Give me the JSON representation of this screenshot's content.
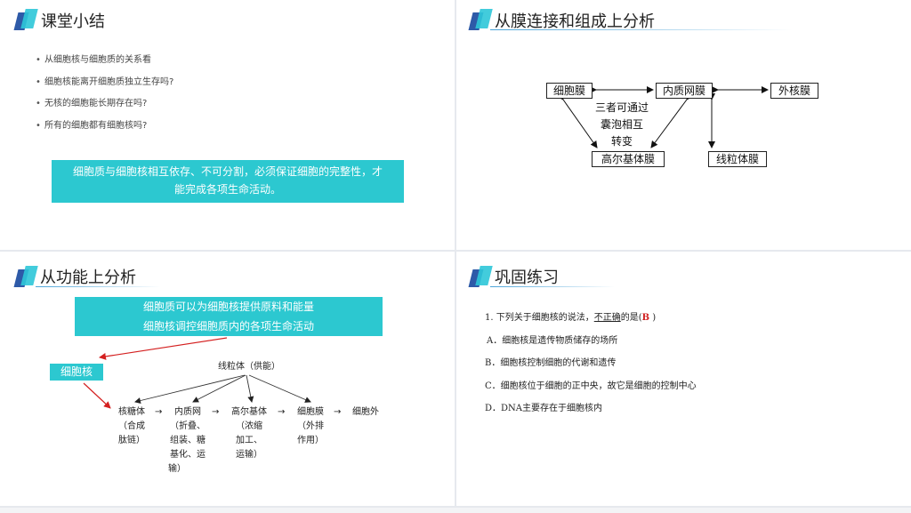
{
  "slide1": {
    "title": "课堂小结",
    "bullets": [
      "从细胞核与细胞质的关系看",
      "细胞核能离开细胞质独立生存吗?",
      "无核的细胞能长期存在吗?",
      "所有的细胞都有细胞核吗?"
    ],
    "summary_line1": "细胞质与细胞核相互依存、不可分割，必须保证细胞的完整性，才",
    "summary_line2": "能完成各项生命活动。"
  },
  "slide2": {
    "title": "从膜连接和组成上分析",
    "nodes": {
      "cell_membrane": "细胞膜",
      "er_membrane": "内质网膜",
      "nuclear_membrane": "外核膜",
      "golgi_membrane": "高尔基体膜",
      "mito_membrane": "线粒体膜"
    },
    "center_text": [
      "三者可通过",
      "囊泡相互",
      "转变"
    ]
  },
  "slide3": {
    "title": "从功能上分析",
    "box_line1": "细胞质可以为细胞核提供原料和能量",
    "box_line2": "细胞核调控细胞质内的各项生命活动",
    "nucleus_label": "细胞核",
    "mito_label": "线粒体（供能）",
    "flow": {
      "ribosome": [
        "核糖体",
        "（合成",
        "肽链）"
      ],
      "er": [
        "内质网",
        "（折叠、",
        "组装、糖",
        "基化、运",
        "输）"
      ],
      "golgi": [
        "高尔基体",
        "（浓缩",
        "加工、",
        "运输）"
      ],
      "membrane": [
        "细胞膜",
        "（外排",
        "作用）"
      ],
      "outside": "细胞外",
      "arrow": "→"
    }
  },
  "slide4": {
    "title": "巩固练习",
    "question_prefix": "1.   下列关于细胞核的说法，",
    "question_underlined": "不正确",
    "question_mid": "的是(",
    "answer": "B",
    "question_end": " )",
    "options": [
      "A．细胞核是遗传物质储存的场所",
      "B．细胞核控制细胞的代谢和遗传",
      "C．细胞核位于细胞的正中央，故它是细胞的控制中心",
      "D．DNA主要存在于细胞核内"
    ]
  },
  "colors": {
    "accent_cyan": "#2cc8d0",
    "logo_blue": "#2e5aa8",
    "answer_red": "#d02020",
    "arrow_red": "#d42020"
  }
}
